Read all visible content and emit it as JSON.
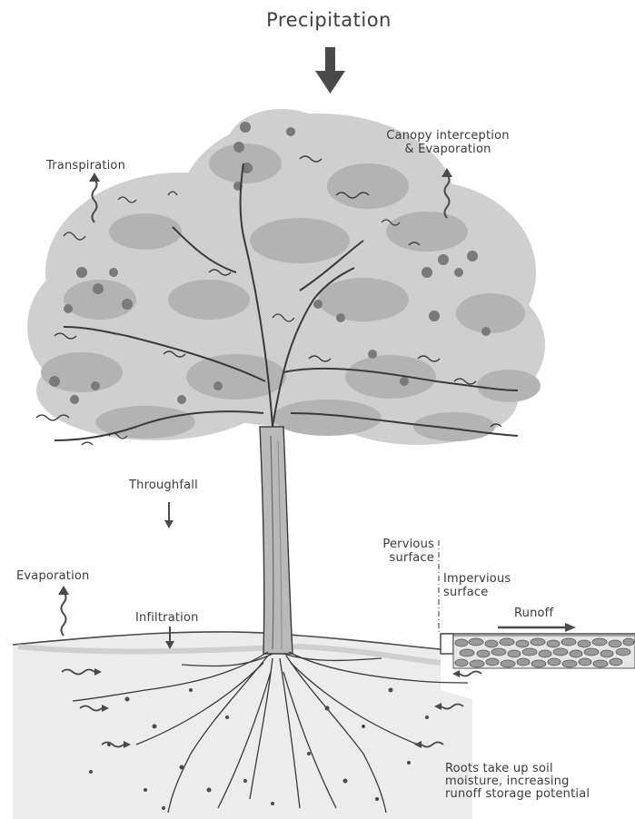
{
  "labels": {
    "precipitation": "Precipitation",
    "transpiration": "Transpiration",
    "canopy_line1": "Canopy interception",
    "canopy_line2": "& Evaporation",
    "throughfall": "Throughfall",
    "pervious_line1": "Pervious",
    "pervious_line2": "surface",
    "impervious_line1": "Impervious",
    "impervious_line2": "surface",
    "evaporation": "Evaporation",
    "infiltration": "Infiltration",
    "runoff": "Runoff",
    "roots_line1": "Roots take up soil",
    "roots_line2": "moisture, increasing",
    "roots_line3": "runoff storage potential"
  },
  "colors": {
    "ink": "#3a3a3a",
    "canopy_light": "#c9c9c9",
    "canopy_mid": "#a9a9a9",
    "canopy_dark": "#6e6e6e",
    "soil": "#d7d7d7"
  }
}
